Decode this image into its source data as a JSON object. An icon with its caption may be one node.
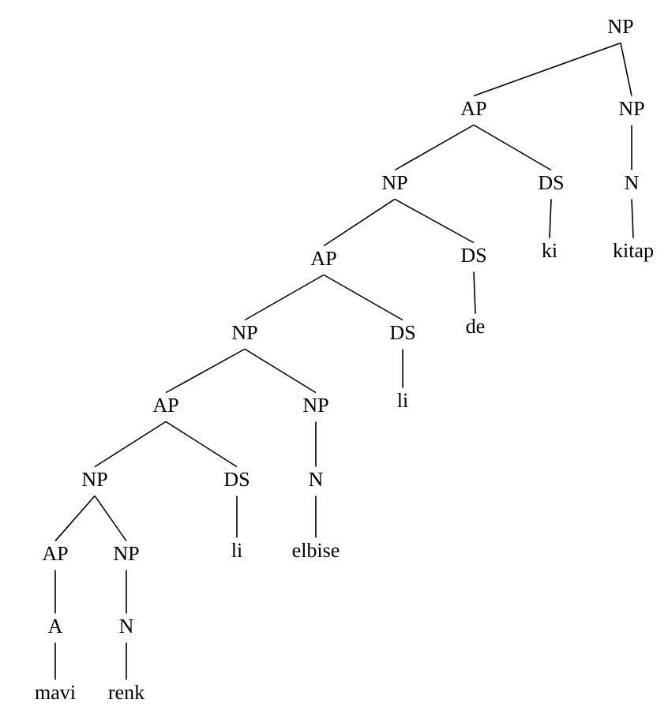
{
  "diagram": {
    "nodes": [
      {
        "text": [
          "NP"
        ]
      },
      {
        "text": [
          "AP"
        ]
      },
      {
        "text": [
          "NP"
        ]
      },
      {
        "text": [
          "NP"
        ]
      },
      {
        "text": [
          "DS"
        ]
      },
      {
        "text": [
          "N"
        ]
      },
      {
        "text": [
          "ki"
        ]
      },
      {
        "text": [
          "kitap"
        ]
      },
      {
        "text": [
          "AP"
        ]
      },
      {
        "text": [
          "DS"
        ]
      },
      {
        "text": [
          "de"
        ]
      },
      {
        "text": [
          "NP"
        ]
      },
      {
        "text": [
          "DS"
        ]
      },
      {
        "text": [
          "li"
        ]
      },
      {
        "text": [
          "AP"
        ]
      },
      {
        "text": [
          "NP"
        ]
      },
      {
        "text": [
          "N"
        ]
      },
      {
        "text": [
          "elbise"
        ]
      },
      {
        "text": [
          "NP"
        ]
      },
      {
        "text": [
          "DS"
        ]
      },
      {
        "text": [
          "li"
        ]
      },
      {
        "text": [
          "AP"
        ]
      },
      {
        "text": [
          "NP"
        ]
      },
      {
        "text": [
          "A"
        ]
      },
      {
        "text": [
          "N"
        ]
      },
      {
        "text": [
          "mavi"
        ]
      },
      {
        "text": [
          "renk"
        ]
      }
    ],
    "edges": [
      {
        "from": 0,
        "to": 1,
        "arrow": "none"
      },
      {
        "from": 0,
        "to": 2,
        "arrow": "none"
      },
      {
        "from": 1,
        "to": 3,
        "arrow": "none"
      },
      {
        "from": 1,
        "to": 4,
        "arrow": "none"
      },
      {
        "from": 2,
        "to": 5,
        "arrow": "none"
      },
      {
        "from": 4,
        "to": 6,
        "arrow": "none"
      },
      {
        "from": 5,
        "to": 7,
        "arrow": "none"
      },
      {
        "from": 3,
        "to": 8,
        "arrow": "none"
      },
      {
        "from": 3,
        "to": 9,
        "arrow": "none"
      },
      {
        "from": 9,
        "to": 10,
        "arrow": "none"
      },
      {
        "from": 8,
        "to": 11,
        "arrow": "none"
      },
      {
        "from": 8,
        "to": 12,
        "arrow": "none"
      },
      {
        "from": 12,
        "to": 13,
        "arrow": "none"
      },
      {
        "from": 11,
        "to": 14,
        "arrow": "none"
      },
      {
        "from": 11,
        "to": 15,
        "arrow": "none"
      },
      {
        "from": 15,
        "to": 16,
        "arrow": "none"
      },
      {
        "from": 16,
        "to": 17,
        "arrow": "none"
      },
      {
        "from": 14,
        "to": 18,
        "arrow": "none"
      },
      {
        "from": 14,
        "to": 19,
        "arrow": "none"
      },
      {
        "from": 19,
        "to": 20,
        "arrow": "none"
      },
      {
        "from": 18,
        "to": 21,
        "arrow": "none"
      },
      {
        "from": 18,
        "to": 22,
        "arrow": "none"
      },
      {
        "from": 21,
        "to": 23,
        "arrow": "none"
      },
      {
        "from": 22,
        "to": 24,
        "arrow": "none"
      },
      {
        "from": 23,
        "to": 25,
        "arrow": "none"
      },
      {
        "from": 24,
        "to": 26,
        "arrow": "none"
      }
    ]
  }
}
